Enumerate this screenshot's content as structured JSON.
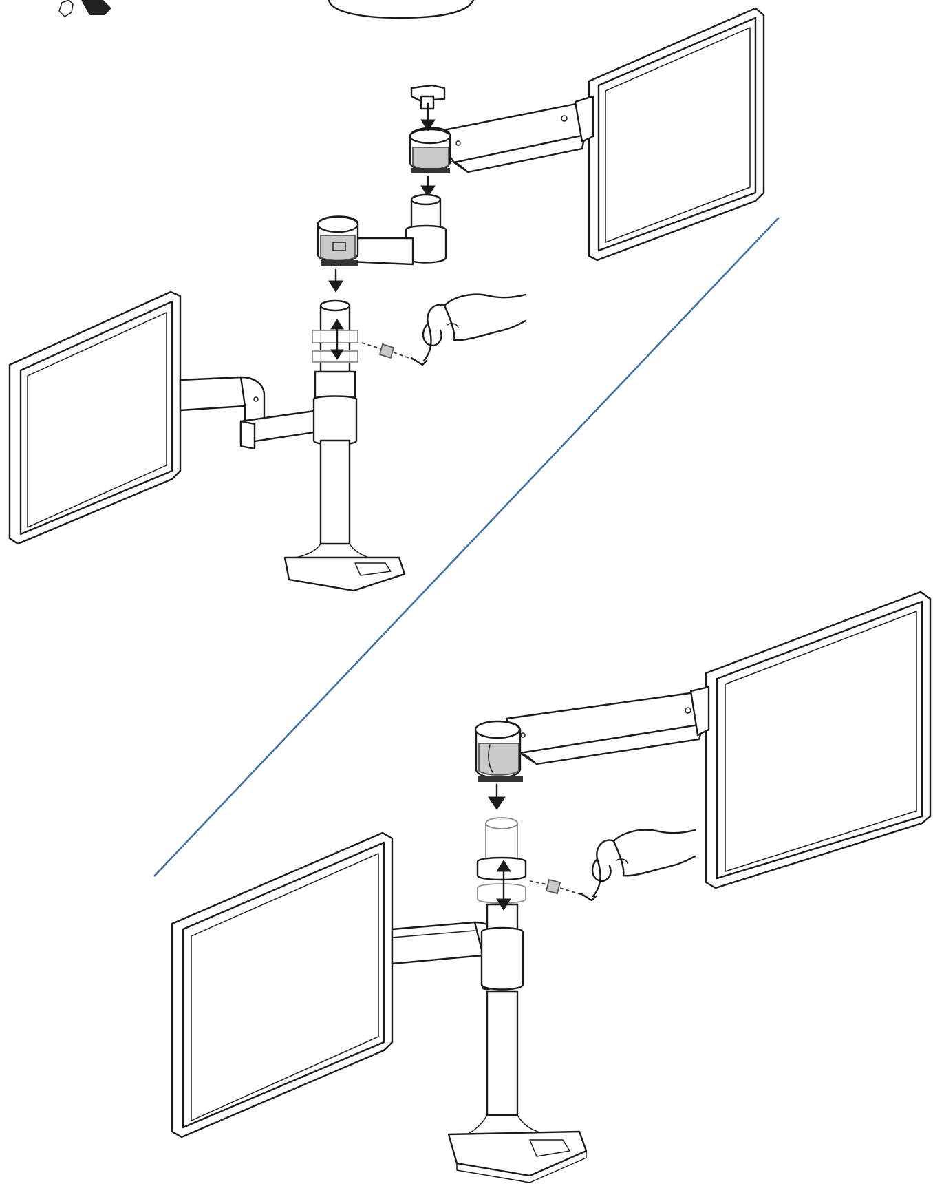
{
  "diagram": {
    "kind": "assembly-illustration",
    "scenes": [
      {
        "name": "scene-top",
        "parts": [
          "monitor-right",
          "arm-upper",
          "cap",
          "arm-extension",
          "pole-collar",
          "pole",
          "base",
          "monitor-left",
          "hand-hex-key"
        ]
      },
      {
        "name": "scene-bottom",
        "parts": [
          "monitor-right",
          "arm-upper",
          "pole-collar",
          "pole",
          "base",
          "monitor-left",
          "hand-hex-key"
        ]
      }
    ],
    "divider_color": "#3f6fa8",
    "icons": [
      "hex-key-icon",
      "arrow-down-icon",
      "double-arrow-icon"
    ]
  }
}
